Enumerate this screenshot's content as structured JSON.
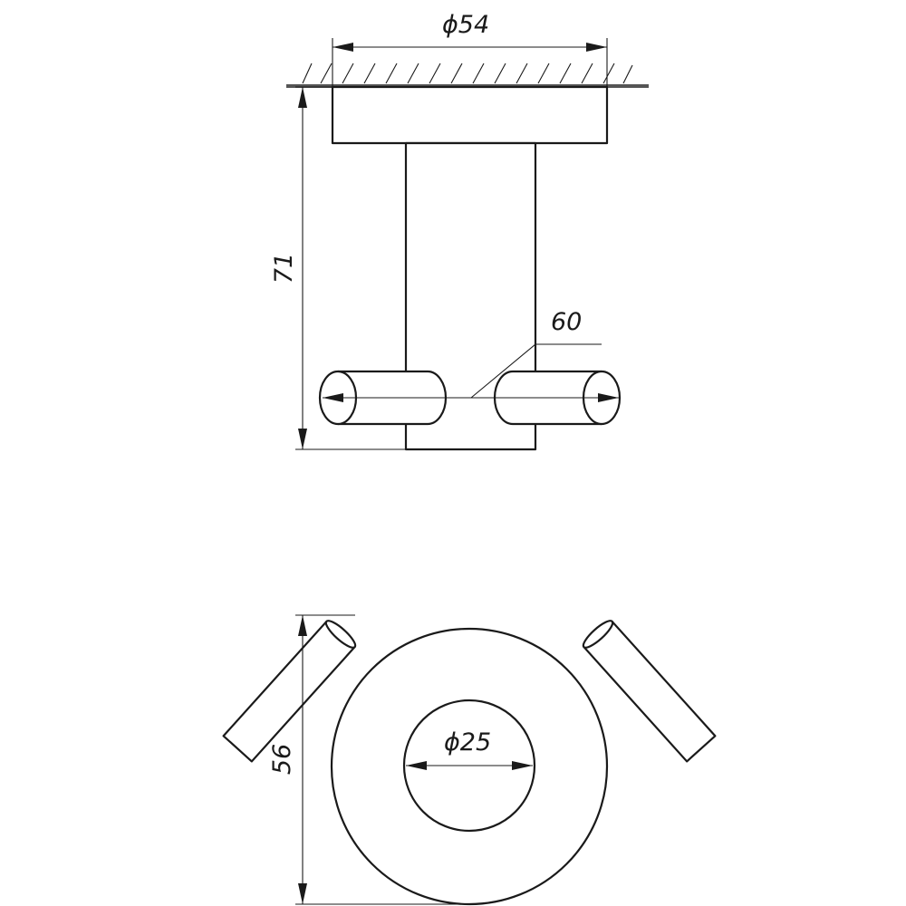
{
  "side_view": {
    "diameter_base_label": "ϕ54",
    "height_label": "71",
    "hook_span_label": "60"
  },
  "front_view": {
    "height_label": "56",
    "diameter_center_label": "ϕ25"
  }
}
